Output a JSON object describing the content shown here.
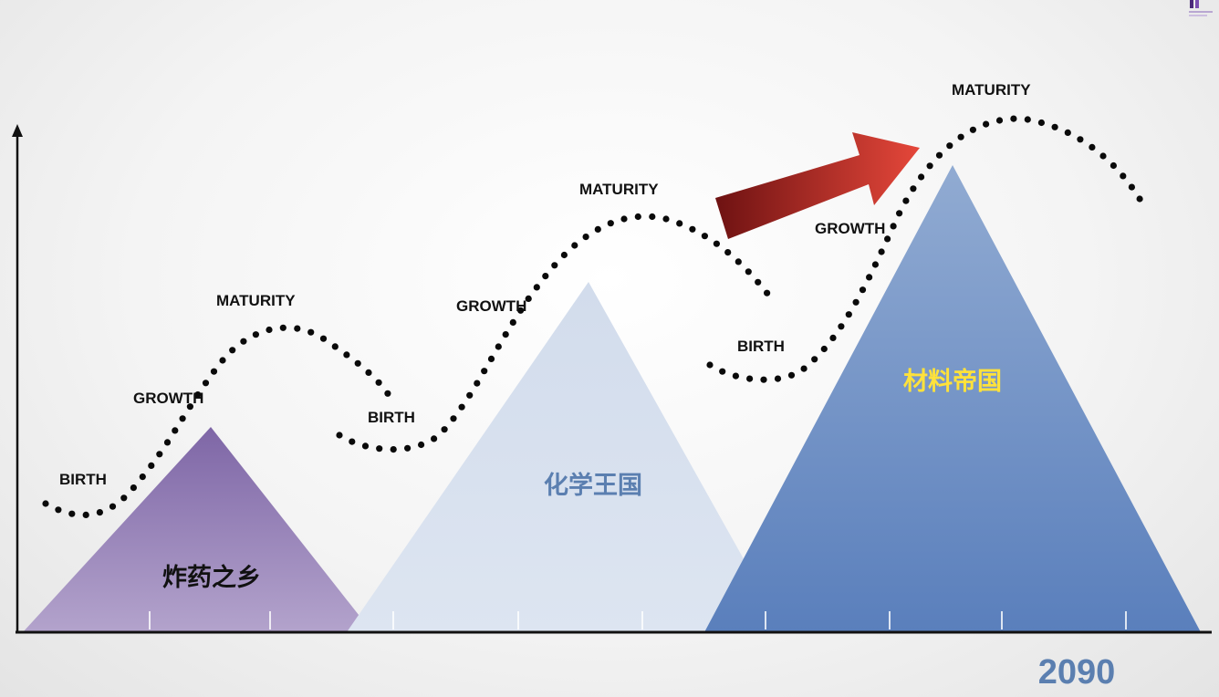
{
  "colors": {
    "peak1_fill": "#a48fc0",
    "peak2_fill": "#d6e0ef",
    "peak3_fill": "#6f90c4",
    "peak1_label": "#111111",
    "peak2_label": "#5b7fb0",
    "peak3_label": "#ffe23a",
    "arrow": "#c0342c",
    "year": "#5b7fb0"
  },
  "peaks": [
    {
      "label": "炸药之乡"
    },
    {
      "label": "化学王国"
    },
    {
      "label": "材料帝国"
    }
  ],
  "cycles": [
    {
      "birth": "BIRTH",
      "growth": "GROWTH",
      "maturity": "MATURITY"
    },
    {
      "birth": "BIRTH",
      "growth": "GROWTH",
      "maturity": "MATURITY"
    },
    {
      "birth": "BIRTH",
      "growth": "GROWTH",
      "maturity": "MATURITY"
    }
  ],
  "timeline": {
    "year": "2090"
  }
}
